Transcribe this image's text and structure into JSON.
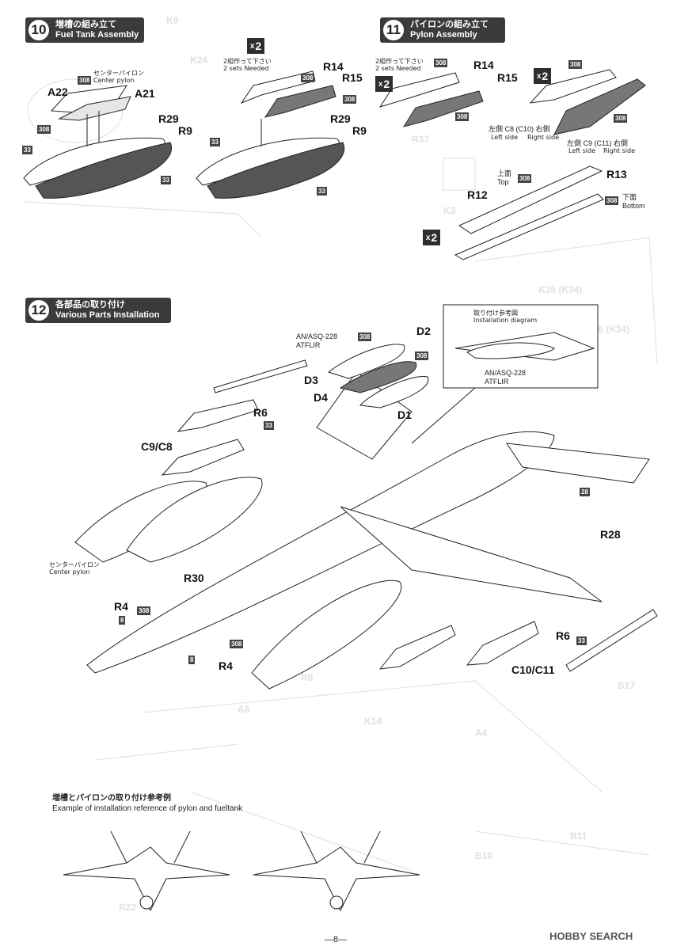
{
  "steps": [
    {
      "num": "10",
      "jp": "増槽の組み立て",
      "en": "Fuel Tank Assembly"
    },
    {
      "num": "11",
      "jp": "パイロンの組み立て",
      "en": "Pylon Assembly"
    },
    {
      "num": "12",
      "jp": "各部品の取り付け",
      "en": "Various Parts Installation"
    }
  ],
  "step10": {
    "center_pylon_jp": "センターパイロン",
    "center_pylon_en": "Center pylon",
    "part_a22": "A22",
    "part_a21": "A21",
    "part_r29": "R29",
    "part_r9": "R9",
    "part_r29b": "R29",
    "part_r9b": "R9",
    "needed_jp": "2組作って下さい",
    "needed_en": "2 sets Needed",
    "part_r14": "R14",
    "part_r15": "R15"
  },
  "step11": {
    "needed_jp": "2組作って下さい",
    "needed_en": "2 sets Needed",
    "part_r14": "R14",
    "part_r15": "R15",
    "left_c8": "左側 C8 (C10) 右側",
    "left_side": "Left side",
    "right_side": "Right side",
    "left_c9": "左側 C9 (C11) 右側",
    "top_jp": "上面",
    "top_en": "Top",
    "part_r13": "R13",
    "part_r12": "R12",
    "bottom_jp": "下面",
    "bottom_en": "Bottom"
  },
  "step12": {
    "ref_jp": "取り付け参考図",
    "ref_en": "Installation diagram",
    "atflir_a": "AN/ASQ-228",
    "atflir_b": "ATFLIR",
    "part_d2": "D2",
    "part_d3": "D3",
    "part_d4": "D4",
    "part_d1": "D1",
    "part_r6": "R6",
    "part_c9c8": "C9/C8",
    "center_pylon_jp": "センターパイロン",
    "center_pylon_en": "Center pylon",
    "part_r30": "R30",
    "part_r4": "R4",
    "part_r4b": "R4",
    "part_r28": "R28",
    "part_r6b": "R6",
    "part_c10c11": "C10/C11"
  },
  "badges": {
    "b308": "308",
    "b33": "33",
    "b8": "8",
    "b28": "28",
    "x2": "2"
  },
  "bottom": {
    "example_jp": "増槽とパイロンの取り付け参考例",
    "example_en": "Example of installation reference of pylon and fueltank",
    "page_no": "—8—",
    "watermark": "HOBBY SEARCH"
  }
}
